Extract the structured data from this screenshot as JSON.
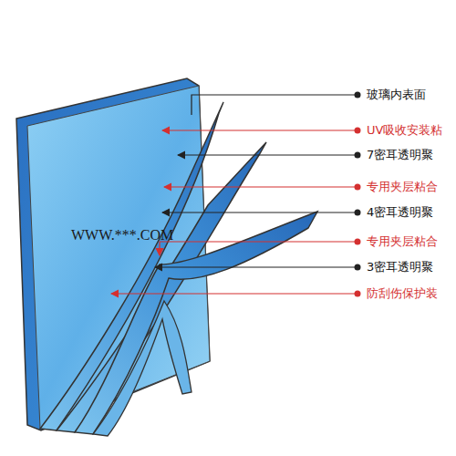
{
  "diagram": {
    "labels": [
      "玻璃内表面",
      "UV吸收安装粘",
      "7密耳透明聚",
      "专用夹层粘合",
      "4密耳透明聚",
      "专用夹层粘合",
      "3密耳透明聚",
      "防刮伤保护装",
      "WWW.***.COM"
    ]
  }
}
